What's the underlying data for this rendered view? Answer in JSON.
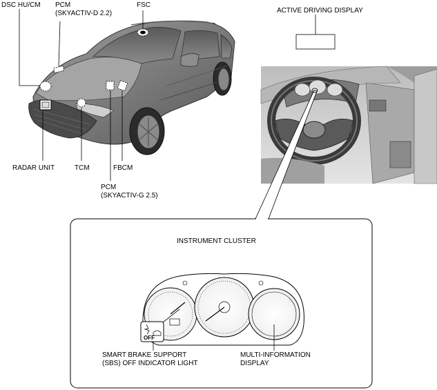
{
  "labels": {
    "dsc_hu_cm": "DSC HU/CM",
    "pcm_top_line1": "PCM",
    "pcm_top_line2": "(SKYACTIV-D 2.2)",
    "fsc": "FSC",
    "active_driving_display": "ACTIVE DRIVING DISPLAY",
    "radar_unit": "RADAR UNIT",
    "tcm": "TCM",
    "fbcm": "FBCM",
    "pcm_bottom_line1": "PCM",
    "pcm_bottom_line2": "(SKYACTIV-G 2.5)",
    "instrument_cluster": "INSTRUMENT CLUSTER",
    "sbs_line1": "SMART BRAKE SUPPORT",
    "sbs_line2": "(SBS) OFF INDICATOR LIGHT",
    "mid_line1": "MULTI-INFORMATION",
    "mid_line2": "DISPLAY",
    "sbs_icon_text": "OFF"
  }
}
